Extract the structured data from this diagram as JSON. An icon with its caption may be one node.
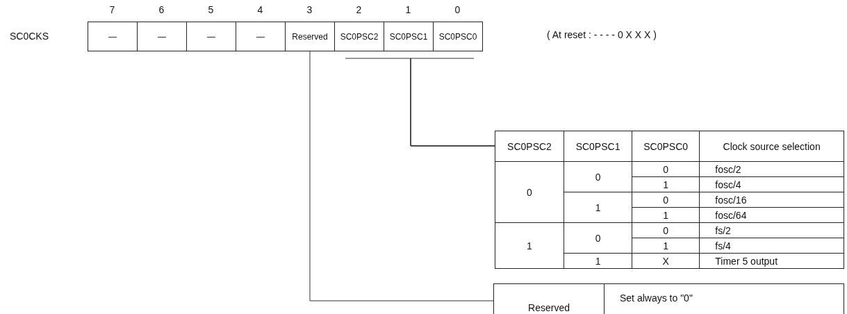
{
  "diagram": {
    "nodes": [
      {
        "text": [
          "—"
        ]
      },
      {
        "text": [
          "—"
        ]
      },
      {
        "text": [
          "—"
        ]
      },
      {
        "text": [
          "—"
        ]
      },
      {
        "text": [
          "Reserved"
        ]
      },
      {
        "text": [
          "SC0PSC2"
        ]
      },
      {
        "text": [
          "SC0PSC1"
        ]
      },
      {
        "text": [
          "SC0PSC0"
        ]
      },
      {
        "text": [
          "SC0PSC2",
          "SC0PSC1",
          "SC0PSC0",
          "Clock source selection",
          "0",
          "0",
          "0",
          "fosc/2",
          "1",
          "fosc/4",
          "1",
          "0",
          "fosc/16",
          "1",
          "fosc/64",
          "1",
          "0",
          "0",
          "fs/2",
          "1",
          "fs/4",
          "1",
          "X",
          "Timer 5 output"
        ]
      },
      {
        "text": [
          "Reserved",
          "Set always to \"0\""
        ]
      }
    ],
    "edges": [
      {
        "from": 4,
        "to": 9,
        "arrow": "none"
      },
      {
        "from": 5,
        "to": 8,
        "arrow": "none"
      },
      {
        "from": 6,
        "to": 8,
        "arrow": "none"
      },
      {
        "from": 7,
        "to": 8,
        "arrow": "none"
      }
    ],
    "labels": [
      "7",
      "6",
      "5",
      "4",
      "3",
      "2",
      "1",
      "0",
      "SC0CKS",
      "( At reset : - - - - 0 X X X )"
    ]
  }
}
